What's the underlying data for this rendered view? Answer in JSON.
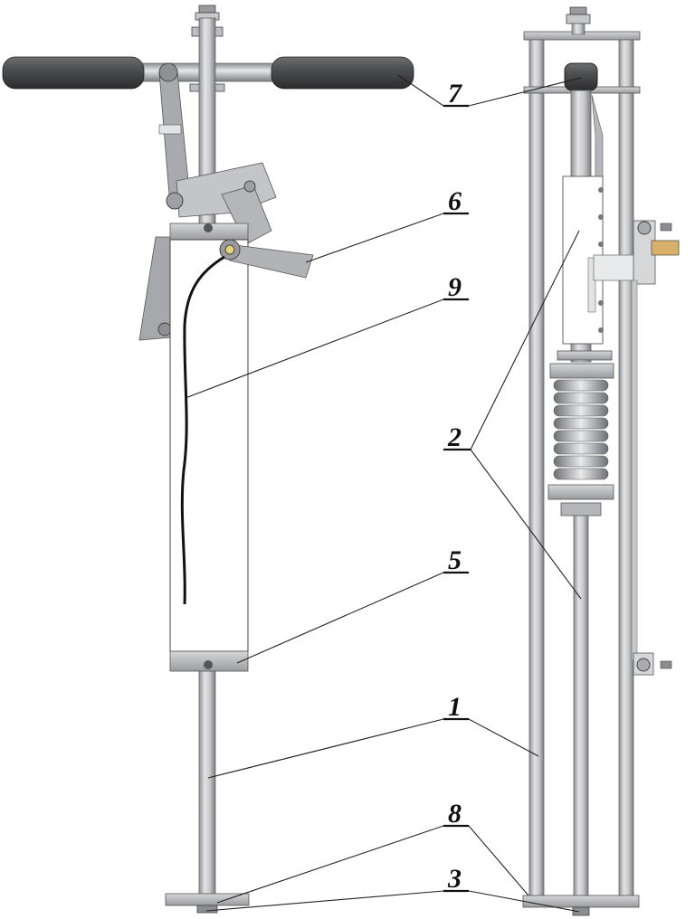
{
  "callouts": [
    {
      "id": "1",
      "label": "1"
    },
    {
      "id": "2",
      "label": "2"
    },
    {
      "id": "3",
      "label": "3"
    },
    {
      "id": "5",
      "label": "5"
    },
    {
      "id": "6",
      "label": "6"
    },
    {
      "id": "7",
      "label": "7"
    },
    {
      "id": "8",
      "label": "8"
    },
    {
      "id": "9",
      "label": "9"
    }
  ]
}
